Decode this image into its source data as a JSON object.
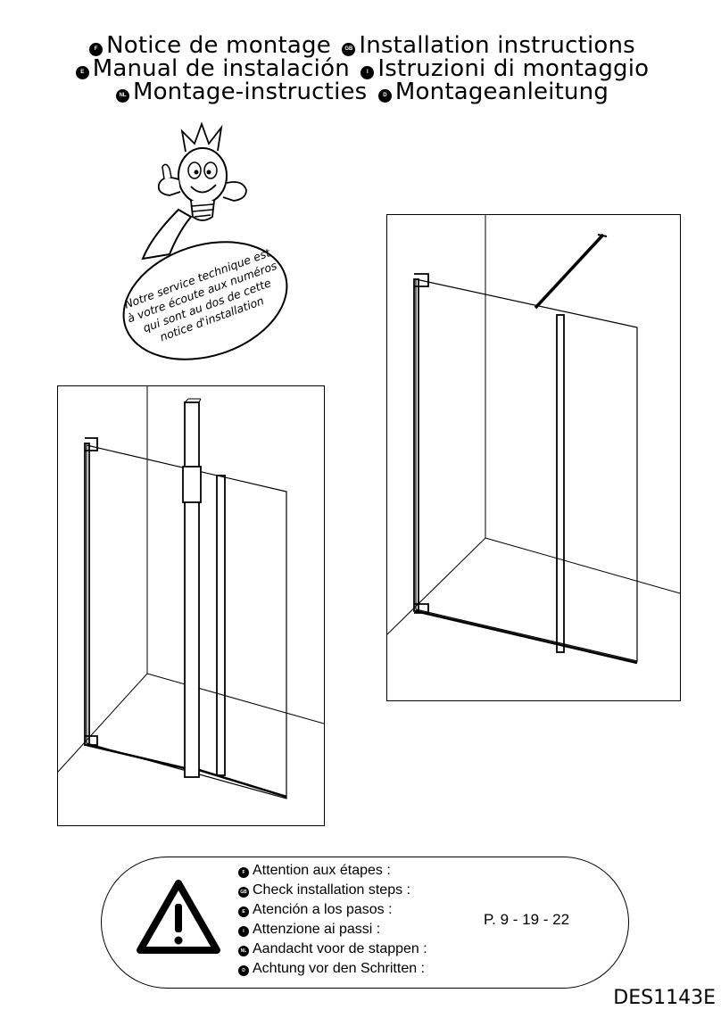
{
  "header": {
    "lines": [
      [
        {
          "flag": "F",
          "text": "Notice de montage"
        },
        {
          "flag": "GB",
          "text": "Installation instructions"
        }
      ],
      [
        {
          "flag": "E",
          "text": "Manual de instalación"
        },
        {
          "flag": "I",
          "text": "Istruzioni di montaggio"
        }
      ],
      [
        {
          "flag": "NL",
          "text": "Montage-instructies"
        },
        {
          "flag": "D",
          "text": "Montageanleitung"
        }
      ]
    ]
  },
  "mascot": {
    "bubble_lines": [
      "Notre service technique est",
      "à votre écoute aux numéros",
      "qui sont au dos de cette",
      "notice d'installation"
    ]
  },
  "warning": {
    "steps": [
      {
        "flag": "F",
        "text": "Attention aux étapes :"
      },
      {
        "flag": "GB",
        "text": "Check installation steps :"
      },
      {
        "flag": "E",
        "text": "Atención a los pasos :"
      },
      {
        "flag": "I",
        "text": "Attenzione ai passi :"
      },
      {
        "flag": "NL",
        "text": "Aandacht voor de stappen :"
      },
      {
        "flag": "D",
        "text": "Achtung vor den Schritten :"
      }
    ],
    "pages": "P.  9 - 19 - 22"
  },
  "doc_code": "DES1143E"
}
